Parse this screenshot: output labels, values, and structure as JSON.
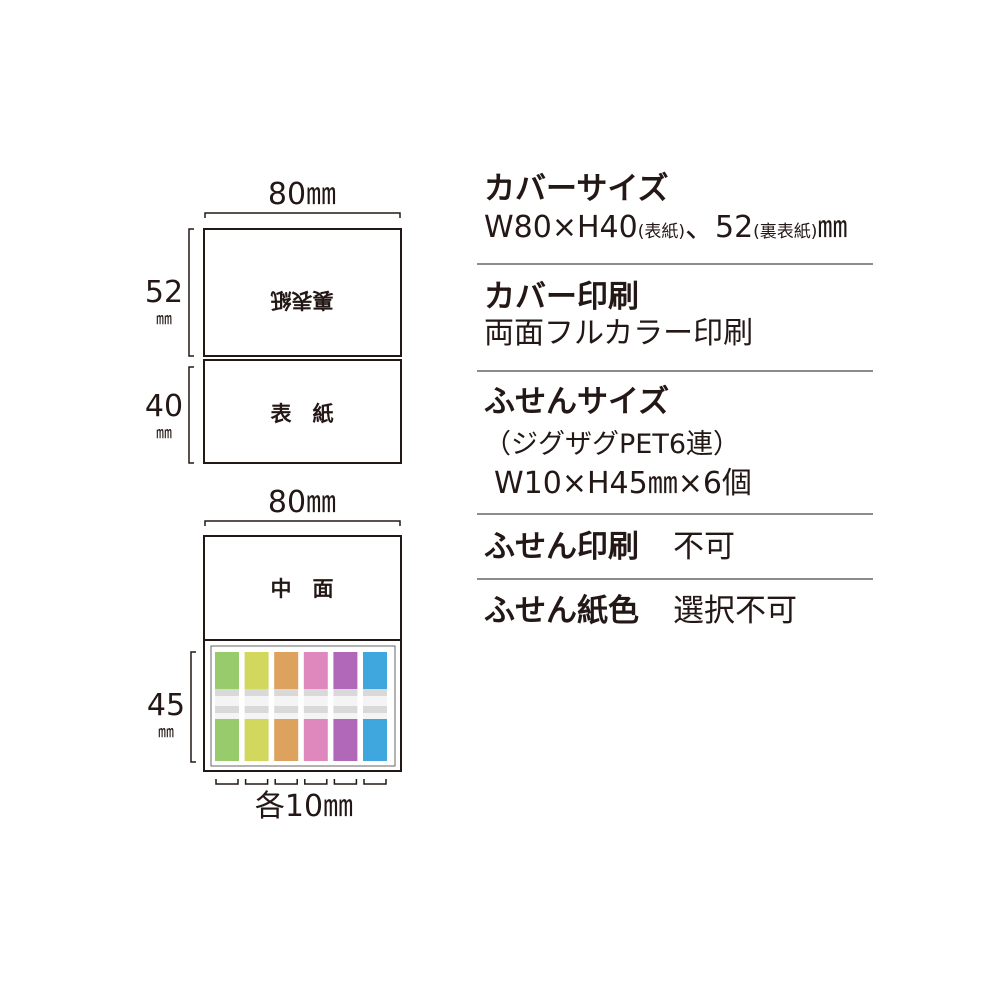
{
  "diagram": {
    "cover_width_label": "80㎜",
    "back_height_value": "52",
    "back_height_unit": "㎜",
    "front_height_value": "40",
    "front_height_unit": "㎜",
    "back_label": "裏表紙",
    "front_label": "表　紙",
    "inner_width_label": "80㎜",
    "inner_label": "中　面",
    "sticky_height_value": "45",
    "sticky_height_unit": "㎜",
    "each_width_label": "各10㎜",
    "sticky_colors": [
      "#98cb6c",
      "#d2d75d",
      "#dca25e",
      "#df88be",
      "#b168b8",
      "#3fa7dd"
    ]
  },
  "specs": {
    "cover_size_title": "カバーサイズ",
    "cover_size_main": "W80×H40",
    "cover_size_note1": "(表紙)",
    "cover_size_mid": "、52",
    "cover_size_note2": "(裏表紙)",
    "cover_size_unit": "㎜",
    "cover_print_title": "カバー印刷",
    "cover_print_value": "両面フルカラー印刷",
    "sticky_size_title": "ふせんサイズ",
    "sticky_size_line1": "（ジグザグPET6連）",
    "sticky_size_line2": "W10×H45㎜×6個",
    "sticky_print_title": "ふせん印刷",
    "sticky_print_value": "不可",
    "sticky_color_title": "ふせん紙色",
    "sticky_color_value": "選択不可"
  }
}
